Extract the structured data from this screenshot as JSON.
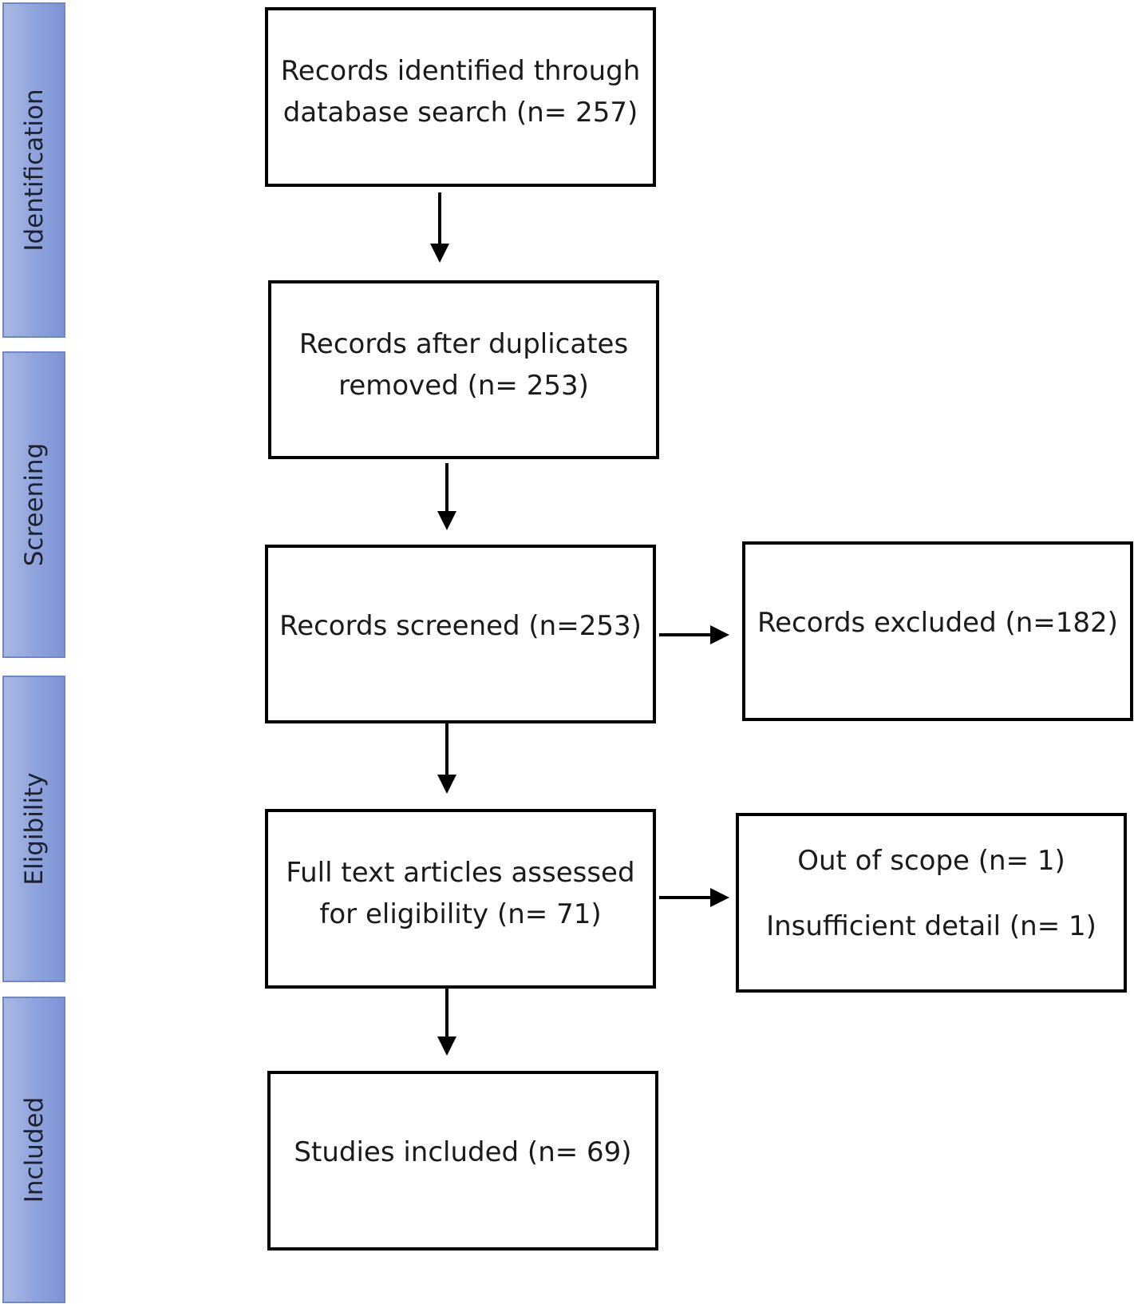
{
  "stages": {
    "identification": "Identification",
    "screening": "Screening",
    "eligibility": "Eligibility",
    "included": "Included"
  },
  "boxes": {
    "identified": {
      "line1": "Records identified through",
      "line2": "database search (n= 257)"
    },
    "duplicates": {
      "line1": "Records after duplicates",
      "line2": "removed (n= 253)"
    },
    "screened": {
      "line1": "Records screened (n=253)"
    },
    "excluded": {
      "line1": "Records excluded (n=182)"
    },
    "fulltext": {
      "line1": "Full text articles assessed",
      "line2": "for eligibility (n= 71)"
    },
    "reasons": {
      "line1": "Out of scope (n= 1)",
      "line2": "Insufficient detail (n= 1)"
    },
    "included": {
      "line1": "Studies included (n= 69)"
    }
  }
}
